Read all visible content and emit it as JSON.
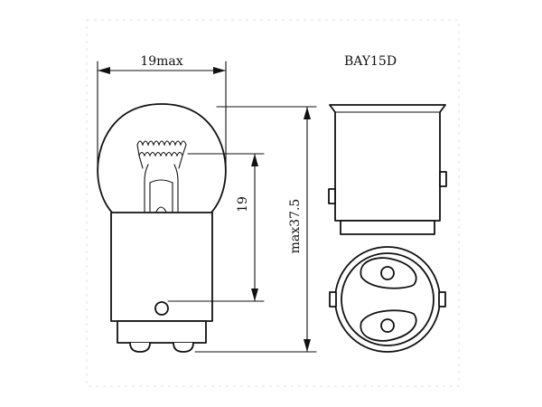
{
  "labels": {
    "width_dim": "19max",
    "model": "BAY15D",
    "filament_height": "19",
    "overall_height": "max37.5"
  },
  "colors": {
    "line": "#111111",
    "background": "#ffffff"
  }
}
